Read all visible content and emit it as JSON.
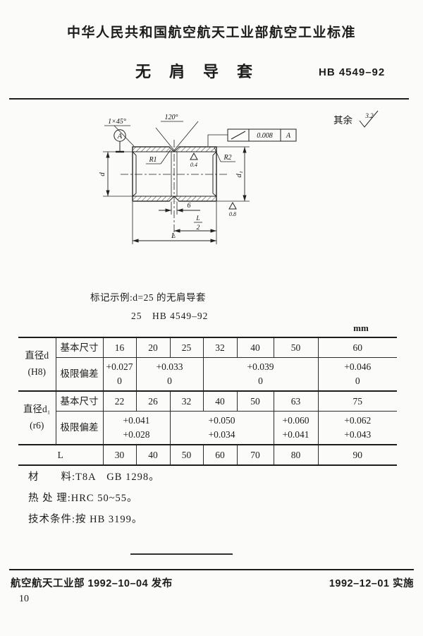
{
  "header": {
    "ministry_line": "中华人民共和国航空航天工业部航空工业标准",
    "title": "无　肩　导　套",
    "standard_no": "HB 4549–92"
  },
  "drawing": {
    "other_surfaces_label": "其余",
    "other_surfaces_roughness": "3.2",
    "chamfer_label": "1×45°",
    "groove_angle_label": "120°",
    "radius1_label": "R1",
    "radius2_label": "R2",
    "bore_roughness": "0.4",
    "end_face_roughness": "0.8",
    "tolerance_value": "0.008",
    "tolerance_datum": "A",
    "datum_label": "A",
    "dim_d": "d",
    "dim_d1": "d₁",
    "dim_groove_width": "6",
    "dim_half_length_num": "L",
    "dim_half_length_den": "2",
    "dim_length": "L"
  },
  "marking": {
    "line1": "标记示例:d=25 的无肩导套",
    "line2": "25　HB 4549–92"
  },
  "table": {
    "unit": "mm",
    "groups": [
      {
        "label_line1": "直径d",
        "label_line2": "(H8)",
        "basic_label": "基本尺寸",
        "basic_values": [
          "16",
          "20",
          "25",
          "32",
          "40",
          "50",
          "60"
        ],
        "dev_label": "极限偏差",
        "deviations": [
          {
            "upper": "+0.027",
            "lower": "0"
          },
          {
            "upper": "+0.033",
            "lower": "0"
          },
          {
            "upper": "+0.039",
            "lower": "0"
          },
          {
            "upper": "+0.046",
            "lower": "0"
          }
        ]
      },
      {
        "label_line1": "直径d₁",
        "label_line2": "(r6)",
        "basic_label": "基本尺寸",
        "basic_values": [
          "22",
          "26",
          "32",
          "40",
          "50",
          "63",
          "75"
        ],
        "dev_label": "极限偏差",
        "deviations": [
          {
            "upper": "+0.041",
            "lower": "+0.028"
          },
          {
            "upper": "+0.050",
            "lower": "+0.034"
          },
          {
            "upper": "+0.060",
            "lower": "+0.041"
          },
          {
            "upper": "+0.062",
            "lower": "+0.043"
          }
        ]
      }
    ],
    "l_row": {
      "label": "L",
      "values": [
        "30",
        "40",
        "50",
        "60",
        "70",
        "80",
        "90"
      ]
    }
  },
  "notes": {
    "material": "材　　料:T8A　GB 1298。",
    "heat_treatment": "热 处 理:HRC 50~55。",
    "technical_conditions": "技术条件:按 HB 3199。"
  },
  "footer": {
    "issued": "航空航天工业部 1992–10–04 发布",
    "effective": "1992–12–01 实施",
    "page_number": "10"
  }
}
